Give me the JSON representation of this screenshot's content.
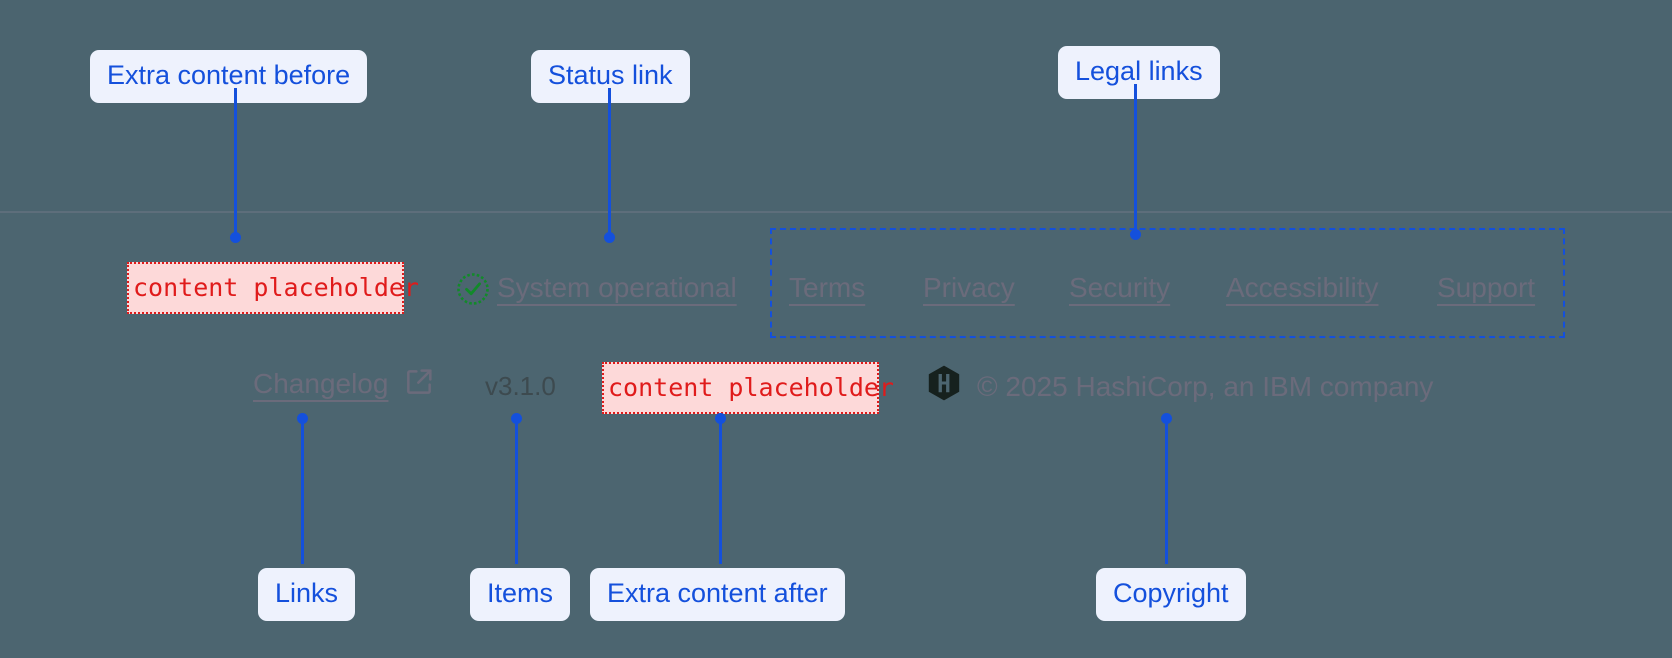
{
  "annotations": [
    {
      "id": "extra-before",
      "label": "Extra content before"
    },
    {
      "id": "status-link",
      "label": "Status link"
    },
    {
      "id": "legal-links",
      "label": "Legal links"
    },
    {
      "id": "links",
      "label": "Links"
    },
    {
      "id": "items",
      "label": "Items"
    },
    {
      "id": "extra-after",
      "label": "Extra content after"
    },
    {
      "id": "copyright",
      "label": "Copyright"
    }
  ],
  "footer": {
    "placeholder_before": "content placeholder",
    "placeholder_after": "content placeholder",
    "status": {
      "icon": "check-circle-icon",
      "label": "System operational",
      "icon_color": "#128a2a"
    },
    "legal_links": [
      {
        "label": "Terms"
      },
      {
        "label": "Privacy"
      },
      {
        "label": "Security"
      },
      {
        "label": "Accessibility"
      },
      {
        "label": "Support"
      }
    ],
    "changelog": {
      "label": "Changelog",
      "icon": "external-link-icon"
    },
    "version": "v3.1.0",
    "brand": {
      "logo": "hashicorp-logo",
      "logo_color": "#16211e",
      "copyright": "© 2025 HashiCorp, an IBM company"
    }
  },
  "colors": {
    "background": "#4c6570",
    "annotation_accent": "#1450dc",
    "annotation_bg": "#eef2fd",
    "placeholder_border": "#e01b1b",
    "placeholder_bg": "#fdd9d9",
    "muted_text": "#6b6b7b"
  }
}
